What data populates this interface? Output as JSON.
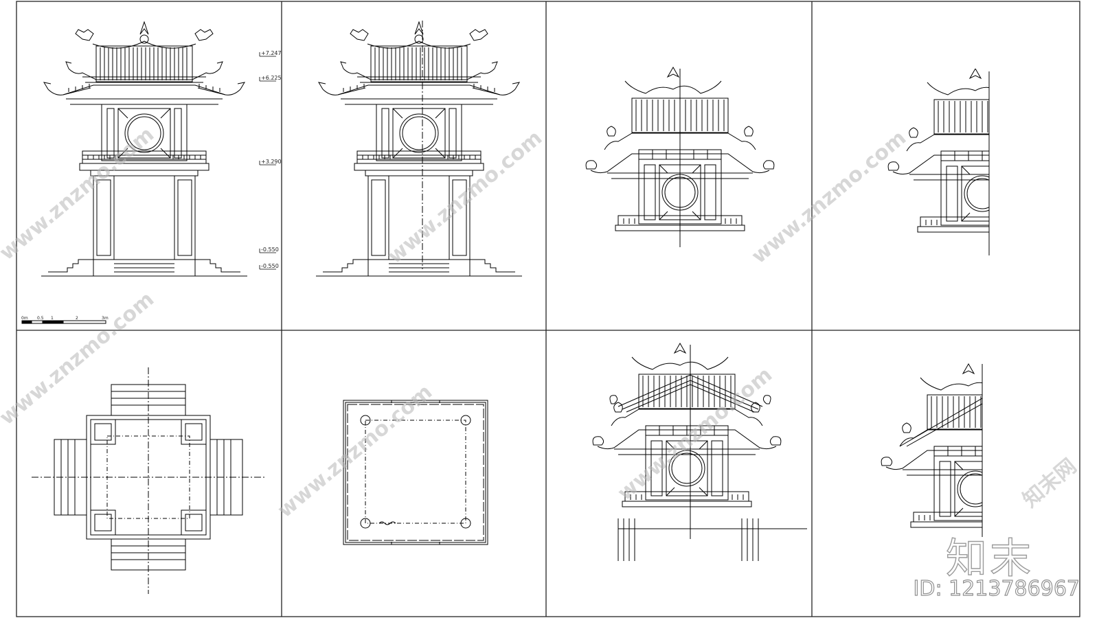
{
  "levels": [
    "+7.247",
    "+6.225",
    "+3.290",
    "-0.550",
    "-0.550"
  ],
  "scale_bar": [
    "0m",
    "0.5",
    "1",
    "2",
    "3m"
  ],
  "watermark": {
    "site_en": "www.znzmo.com",
    "site_cn": "知末网"
  },
  "logo": {
    "text": "知末"
  },
  "image_id": "ID: 1213786967"
}
